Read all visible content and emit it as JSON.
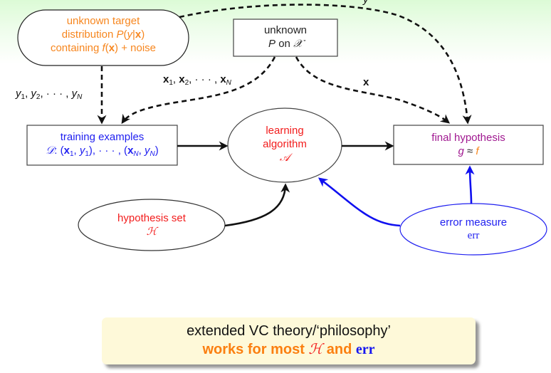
{
  "diagram": {
    "title": "Learning flow with noisy target",
    "nodes": {
      "target": {
        "line1": "unknown target",
        "line2_prefix": "distribution ",
        "line2_math": {
          "P": "P",
          "open": "(",
          "y": "y",
          "bar": "|",
          "x": "x",
          "close": ")"
        },
        "line3_prefix": "containing ",
        "line3_math": {
          "f": "f",
          "open": "(",
          "x": "x",
          "close": ")"
        },
        "line3_suffix": " + noise",
        "color": "#f7861e"
      },
      "input_dist": {
        "line1": "unknown",
        "line2_P": "P",
        "line2_on": " on ",
        "line2_X": "𝒳",
        "color": "#222222"
      },
      "training": {
        "line1": "training examples",
        "line2_D": "𝒟",
        "line2_rest_a": ": (",
        "x1": "x",
        "sub1": "1",
        "comma": ", ",
        "y1": "y",
        "sub1b": "1",
        "mid": "), · · · , (",
        "xN": "x",
        "subN": "N",
        "yN": "y",
        "subNb": "N",
        "end": ")",
        "color": "#2020f0"
      },
      "algorithm": {
        "line1": "learning",
        "line2": "algorithm",
        "line3": "𝒜",
        "color": "#f21c1c"
      },
      "final": {
        "line1": "final hypothesis",
        "g": "g",
        "approx": " ≈ ",
        "f": "f",
        "color": "#a01890",
        "f_color": "#f7861e"
      },
      "hypothesis_set": {
        "line1": "hypothesis set",
        "line2": "ℋ",
        "color": "#f21c1c"
      },
      "error_measure": {
        "line1": "error measure",
        "line2": "err",
        "color": "#2020f0"
      }
    },
    "edge_labels": {
      "y_labels": {
        "y": "y",
        "s1": "1",
        "sep1": ", ",
        "y2": "y",
        "s2": "2",
        "sep2": ", · · · , ",
        "yN": "y",
        "sN": "N"
      },
      "x_labels": {
        "x": "x",
        "s1": "1",
        "sep1": ", ",
        "x2": "x",
        "s2": "2",
        "sep2": ", · · · , ",
        "xN": "x",
        "sN": "N"
      },
      "x_single": "x",
      "y_single": "y"
    },
    "edges": [
      {
        "from": "target",
        "to": "training",
        "style": "dashed",
        "label": "y1, y2, ..., yN"
      },
      {
        "from": "input_dist",
        "to": "training",
        "style": "dashed",
        "label": "x1, x2, ..., xN"
      },
      {
        "from": "input_dist",
        "to": "final",
        "style": "dashed",
        "label": "x"
      },
      {
        "from": "target",
        "to": "final",
        "style": "dashed",
        "label": "y"
      },
      {
        "from": "training",
        "to": "algorithm",
        "style": "solid"
      },
      {
        "from": "algorithm",
        "to": "final",
        "style": "solid"
      },
      {
        "from": "hypothesis_set",
        "to": "algorithm",
        "style": "solid"
      },
      {
        "from": "error_measure",
        "to": "algorithm",
        "style": "solid-blue"
      },
      {
        "from": "error_measure",
        "to": "final",
        "style": "solid-blue"
      }
    ],
    "colors": {
      "dashed_edge": "#111111",
      "solid_edge": "#111111",
      "blue_edge": "#1010f0",
      "background_top": "#dcfbd6",
      "summary_bg": "#fef9d9"
    }
  },
  "summary": {
    "line1": "extended VC theory/‘philosophy’",
    "line2_prefix": "works for most ",
    "line2_H": "ℋ",
    "line2_and": " and ",
    "line2_err": "err"
  }
}
